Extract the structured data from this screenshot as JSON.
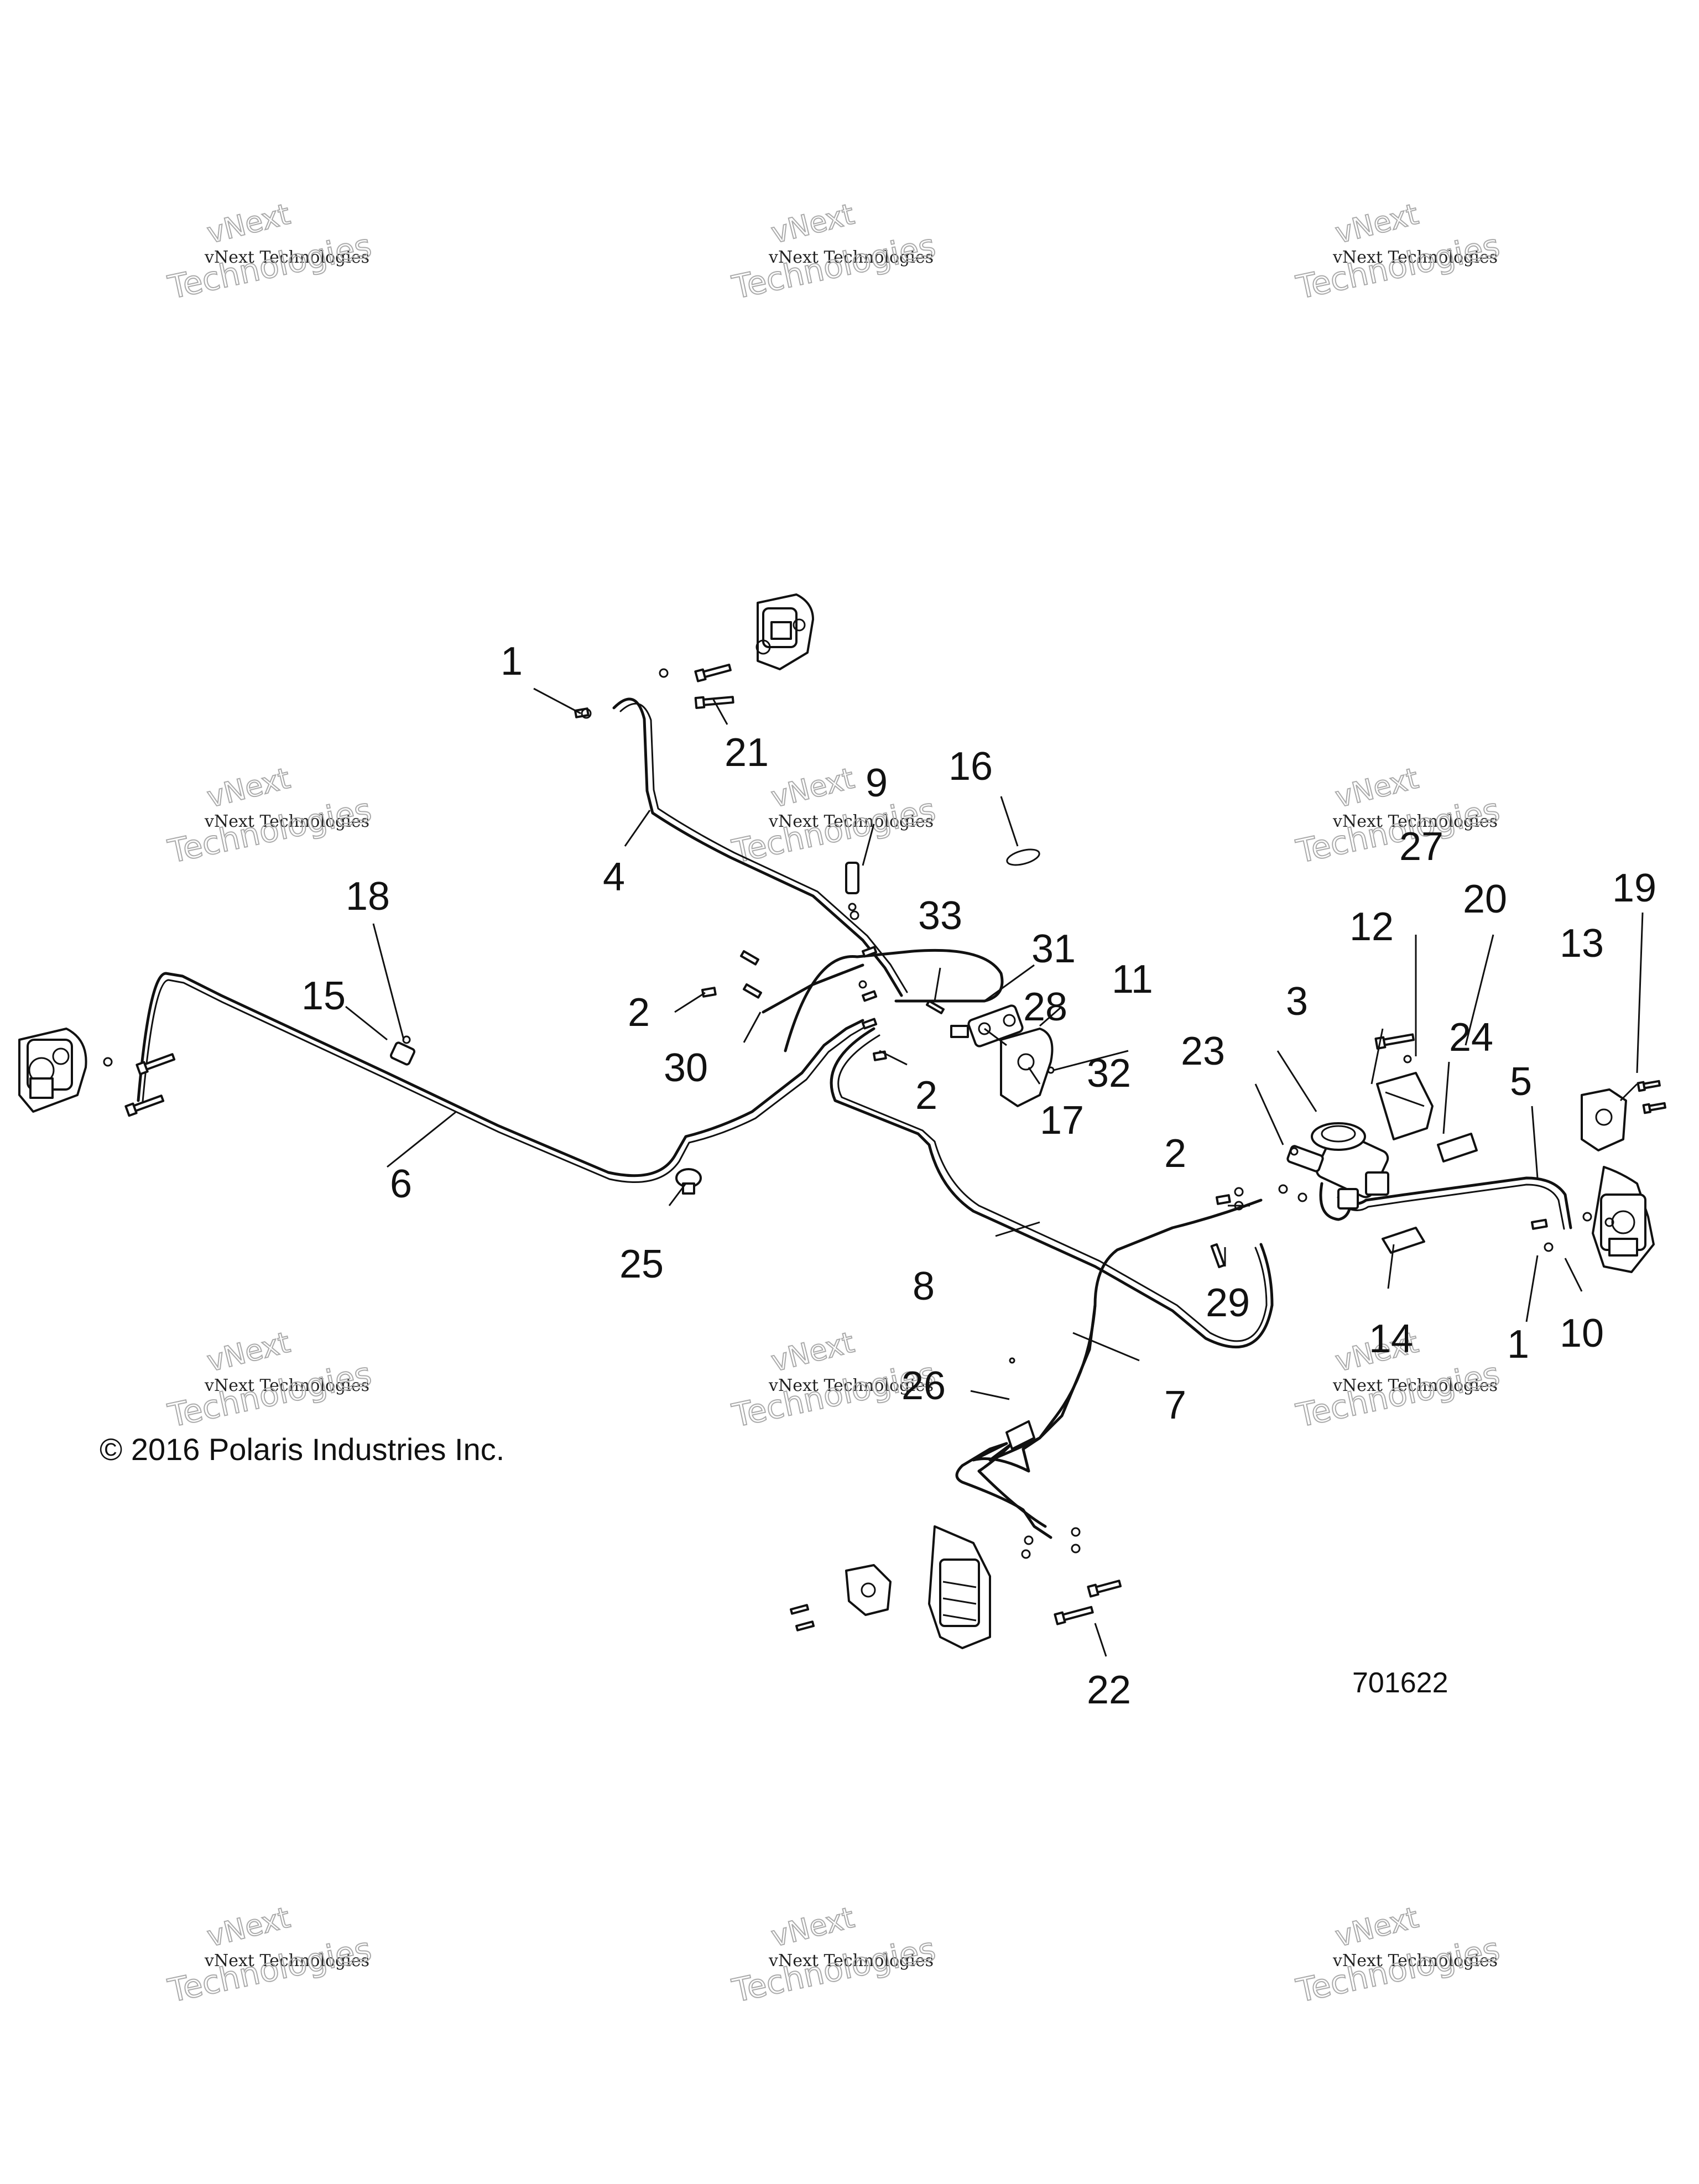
{
  "copyright": "© 2016 Polaris Industries Inc.",
  "figure_id": "701622",
  "watermark": {
    "line1": "vNext Technologies",
    "line2": "Technologies",
    "line3": "vNext"
  },
  "callouts": {
    "c1a": "1",
    "c1b": "1",
    "c2a": "2",
    "c2b": "2",
    "c2c": "2",
    "c3": "3",
    "c4": "4",
    "c5": "5",
    "c6": "6",
    "c7": "7",
    "c8": "8",
    "c9": "9",
    "c10": "10",
    "c11": "11",
    "c12": "12",
    "c13": "13",
    "c14": "14",
    "c15": "15",
    "c16": "16",
    "c17": "17",
    "c18": "18",
    "c19": "19",
    "c20": "20",
    "c21": "21",
    "c22": "22",
    "c23": "23",
    "c24": "24",
    "c25": "25",
    "c26": "26",
    "c27": "27",
    "c28": "28",
    "c29": "29",
    "c30": "30",
    "c31": "31",
    "c32": "32",
    "c33": "33"
  }
}
